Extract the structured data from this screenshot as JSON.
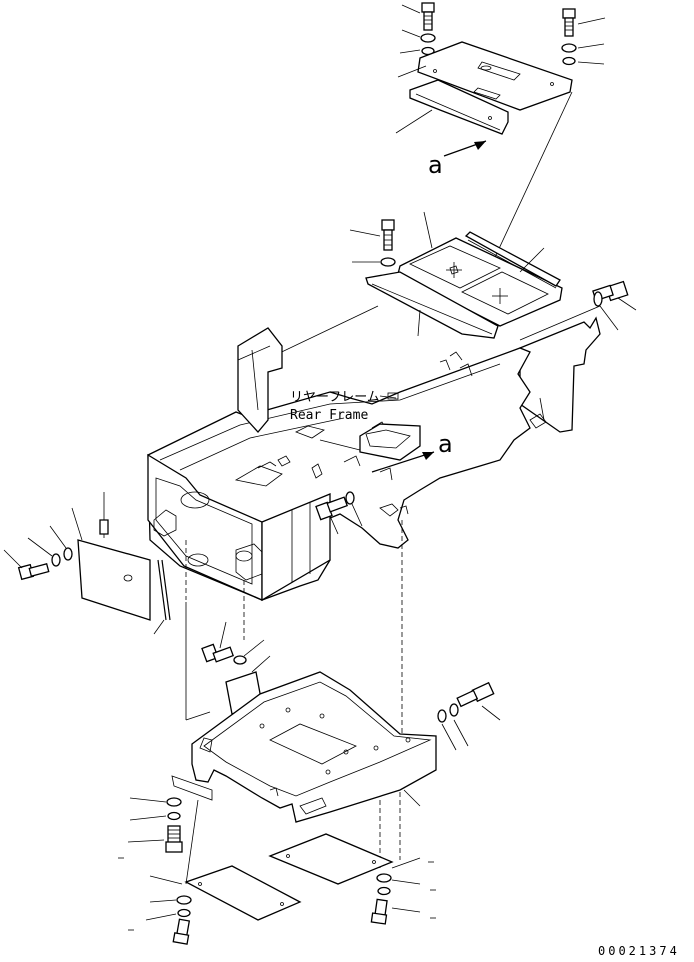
{
  "labels": {
    "rear_frame_jp": "リヤーフレーム",
    "rear_frame_en": "Rear Frame",
    "view_arrow_top": "a",
    "view_arrow_mid": "a",
    "drawing_number": "00021374"
  }
}
